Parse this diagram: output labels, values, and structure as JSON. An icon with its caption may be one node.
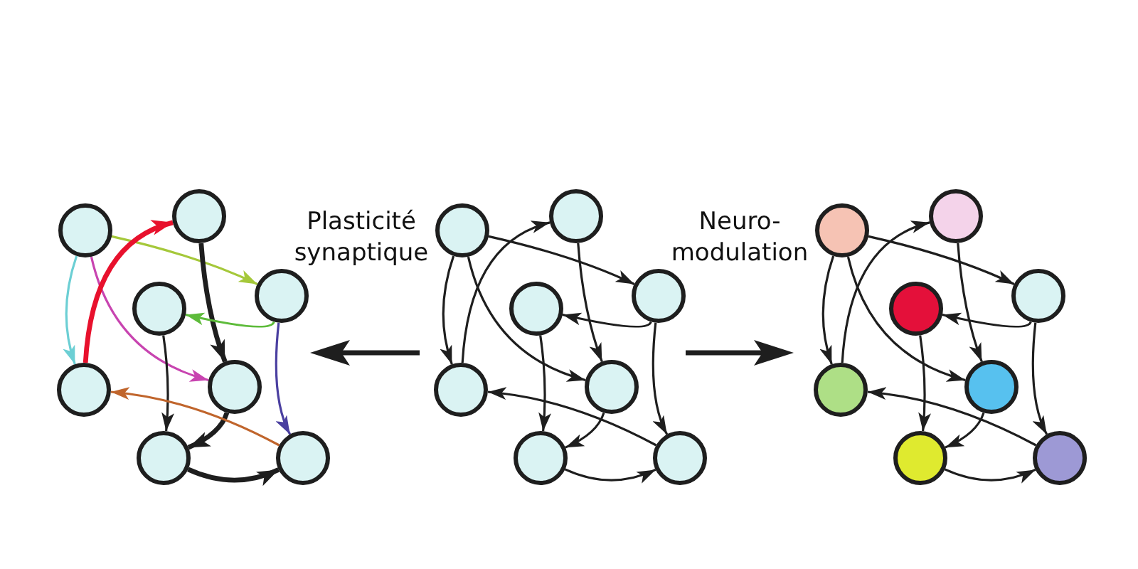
{
  "diagram": {
    "nodes": [
      {
        "text": [],
        "shape": "circle"
      },
      {
        "text": [],
        "shape": "circle"
      },
      {
        "text": [],
        "shape": "circle"
      },
      {
        "text": [],
        "shape": "circle"
      },
      {
        "text": [],
        "shape": "circle"
      },
      {
        "text": [],
        "shape": "circle"
      },
      {
        "text": [],
        "shape": "circle"
      },
      {
        "text": [],
        "shape": "circle"
      },
      {
        "text": [],
        "shape": "circle"
      },
      {
        "text": [],
        "shape": "circle"
      },
      {
        "text": [],
        "shape": "circle"
      },
      {
        "text": [],
        "shape": "circle"
      },
      {
        "text": [],
        "shape": "circle"
      },
      {
        "text": [],
        "shape": "circle"
      },
      {
        "text": [],
        "shape": "circle"
      },
      {
        "text": [],
        "shape": "circle"
      },
      {
        "text": [],
        "shape": "circle"
      },
      {
        "text": [],
        "shape": "circle"
      },
      {
        "text": [],
        "shape": "circle"
      },
      {
        "text": [],
        "shape": "circle"
      },
      {
        "text": [],
        "shape": "circle"
      },
      {
        "text": [],
        "shape": "circle"
      },
      {
        "text": [],
        "shape": "circle"
      },
      {
        "text": [],
        "shape": "circle"
      }
    ],
    "edges": [
      {
        "from": 0,
        "to": 2,
        "arrow": "to",
        "color": "#a5c83a"
      },
      {
        "from": 0,
        "to": 4,
        "arrow": "to",
        "color": "#6ccfd4"
      },
      {
        "from": 0,
        "to": 5,
        "arrow": "to",
        "color": "#c844b0"
      },
      {
        "from": 4,
        "to": 1,
        "arrow": "to",
        "style": "thick",
        "color": "#e8112d"
      },
      {
        "from": 1,
        "to": 5,
        "arrow": "to",
        "style": "thick"
      },
      {
        "from": 2,
        "to": 3,
        "arrow": "to",
        "color": "#5dbb3a"
      },
      {
        "from": 2,
        "to": 7,
        "arrow": "to",
        "color": "#4a3fa0"
      },
      {
        "from": 3,
        "to": 6,
        "arrow": "to"
      },
      {
        "from": 5,
        "to": 6,
        "arrow": "to",
        "style": "thick"
      },
      {
        "from": 6,
        "to": 7,
        "arrow": "to",
        "style": "thick"
      },
      {
        "from": 7,
        "to": 4,
        "arrow": "to",
        "color": "#c0652c"
      },
      {
        "from": 8,
        "to": 10,
        "arrow": "to"
      },
      {
        "from": 8,
        "to": 12,
        "arrow": "to"
      },
      {
        "from": 8,
        "to": 13,
        "arrow": "to"
      },
      {
        "from": 12,
        "to": 9,
        "arrow": "to"
      },
      {
        "from": 9,
        "to": 13,
        "arrow": "to"
      },
      {
        "from": 10,
        "to": 11,
        "arrow": "to"
      },
      {
        "from": 10,
        "to": 15,
        "arrow": "to"
      },
      {
        "from": 11,
        "to": 14,
        "arrow": "to"
      },
      {
        "from": 13,
        "to": 14,
        "arrow": "to"
      },
      {
        "from": 14,
        "to": 15,
        "arrow": "to"
      },
      {
        "from": 15,
        "to": 12,
        "arrow": "to"
      },
      {
        "from": 16,
        "to": 18,
        "arrow": "to"
      },
      {
        "from": 16,
        "to": 20,
        "arrow": "to"
      },
      {
        "from": 16,
        "to": 21,
        "arrow": "to"
      },
      {
        "from": 20,
        "to": 17,
        "arrow": "to"
      },
      {
        "from": 17,
        "to": 21,
        "arrow": "to"
      },
      {
        "from": 18,
        "to": 19,
        "arrow": "to"
      },
      {
        "from": 18,
        "to": 23,
        "arrow": "to"
      },
      {
        "from": 19,
        "to": 22,
        "arrow": "to"
      },
      {
        "from": 21,
        "to": 22,
        "arrow": "to"
      },
      {
        "from": 22,
        "to": 23,
        "arrow": "to"
      },
      {
        "from": 23,
        "to": 20,
        "arrow": "to"
      }
    ],
    "labels": [
      "Plasticité synaptique",
      "Neuro-modulation"
    ]
  }
}
